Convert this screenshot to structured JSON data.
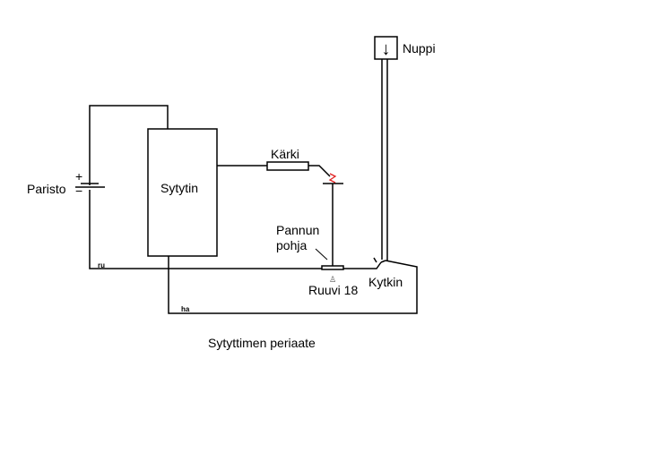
{
  "title": "Sytyttimen periaate",
  "components": {
    "battery": {
      "label": "Paristo",
      "plus": "+",
      "minus": "−"
    },
    "igniter": {
      "label": "Sytytin"
    },
    "tip": {
      "label": "Kärki"
    },
    "pan_bottom": {
      "label_line1": "Pannun",
      "label_line2": "pohja"
    },
    "screw": {
      "label": "Ruuvi 18"
    },
    "switch": {
      "label": "Kytkin"
    },
    "knob": {
      "label": "Nuppi",
      "arrow": "↓"
    }
  },
  "wires": {
    "red_wire_label": "ru",
    "brown_wire_label": "ha"
  },
  "colors": {
    "spark": "#e02020",
    "line": "#000000"
  }
}
